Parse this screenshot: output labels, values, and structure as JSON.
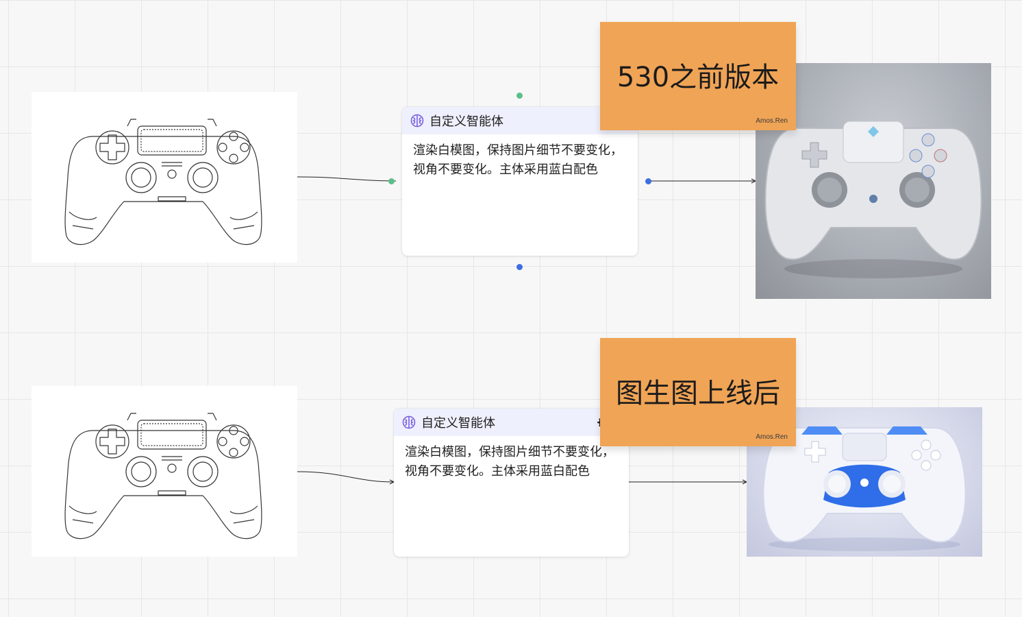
{
  "flows": [
    {
      "agent": {
        "title": "自定义智能体",
        "prompt": "渲染白模图，保持图片细节不要变化，视角不要变化。主体采用蓝白配色"
      },
      "note": {
        "text": "530之前版本",
        "author": "Amos.Ren"
      }
    },
    {
      "agent": {
        "title": "自定义智能体",
        "prompt": "渲染白模图，保持图片细节不要变化，视角不要变化。主体采用蓝白配色"
      },
      "note": {
        "text": "图生图上线后",
        "author": "Amos.Ren"
      }
    }
  ],
  "colors": {
    "sticky": "#f0a456",
    "agent_header": "#eef0fd",
    "port_green": "#5bbf8a",
    "port_blue": "#3d6fe0"
  },
  "icons": {
    "agent": "brain-icon",
    "settings": "gear-icon"
  }
}
